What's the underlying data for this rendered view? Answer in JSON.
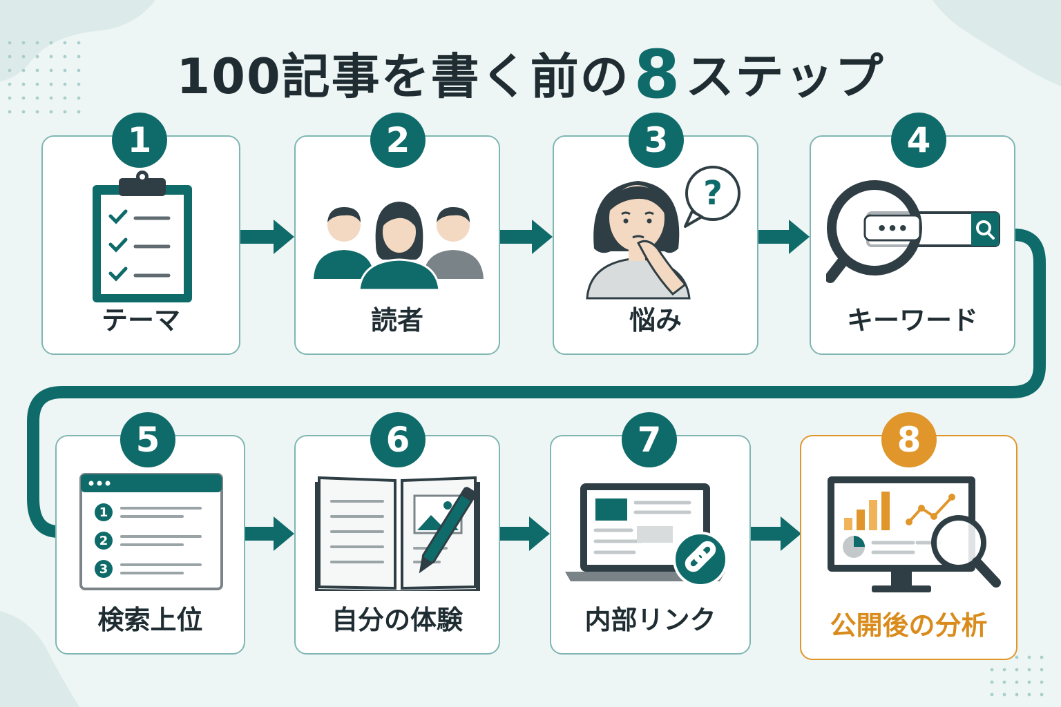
{
  "title": {
    "prefix": "100記事を書く前の",
    "number": "8",
    "suffix": "ステップ"
  },
  "colors": {
    "teal": "#0f6b6a",
    "orange": "#e0962a",
    "text": "#1f2d33",
    "card_border": "#7fb6b3",
    "background": "#eef6f5"
  },
  "steps": [
    {
      "number": "1",
      "label": "テーマ",
      "icon": "clipboard-checklist-icon"
    },
    {
      "number": "2",
      "label": "読者",
      "icon": "people-group-icon"
    },
    {
      "number": "3",
      "label": "悩み",
      "icon": "worried-person-icon"
    },
    {
      "number": "4",
      "label": "キーワード",
      "icon": "search-bar-magnifier-icon"
    },
    {
      "number": "5",
      "label": "検索上位",
      "icon": "ranked-results-window-icon"
    },
    {
      "number": "6",
      "label": "自分の体験",
      "icon": "notebook-pen-icon"
    },
    {
      "number": "7",
      "label": "内部リンク",
      "icon": "laptop-link-icon"
    },
    {
      "number": "8",
      "label": "公開後の分析",
      "icon": "analytics-monitor-icon",
      "highlight": true
    }
  ],
  "search_bar": {
    "placeholder": "•••"
  },
  "question_mark": "?",
  "ranking_numbers": [
    "1",
    "2",
    "3"
  ]
}
